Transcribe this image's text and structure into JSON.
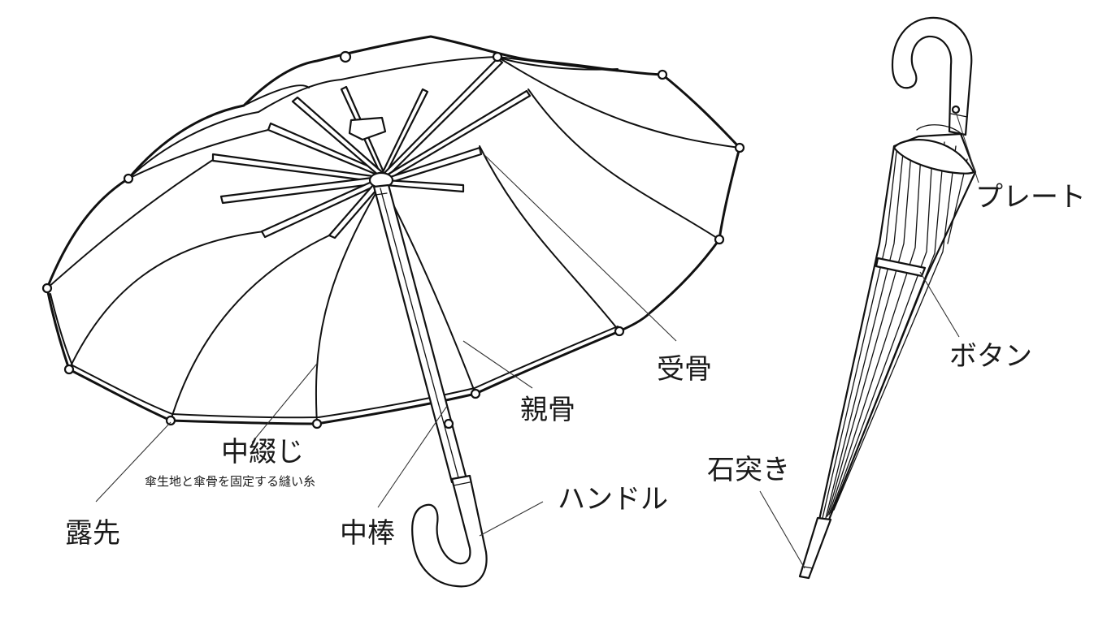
{
  "labels": {
    "plate": "プレート",
    "button": "ボタン",
    "stretcher_rib": "受骨",
    "main_rib": "親骨",
    "middle_stitch": "中綴じ",
    "middle_stitch_note": "傘生地と傘骨を固定する縫い糸",
    "tip": "露先",
    "shaft": "中棒",
    "handle": "ハンドル",
    "ferrule": "石突き"
  }
}
